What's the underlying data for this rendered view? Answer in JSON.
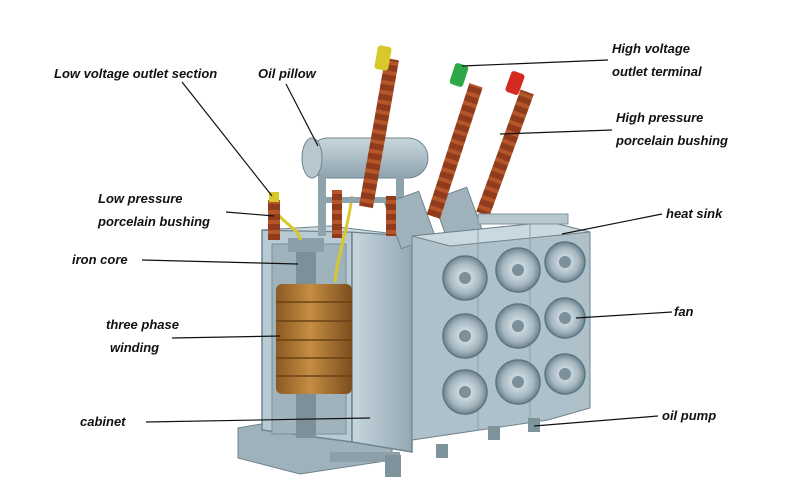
{
  "labels": {
    "low_voltage_outlet_section": "Low voltage outlet section",
    "oil_pillow": "Oil pillow",
    "high_voltage_outlet_terminal_line1": "High voltage",
    "high_voltage_outlet_terminal_line2": "outlet terminal",
    "high_pressure_porcelain_bushing_line1": "High pressure",
    "high_pressure_porcelain_bushing_line2": "porcelain bushing",
    "low_pressure_porcelain_bushing_line1": "Low pressure",
    "low_pressure_porcelain_bushing_line2": "porcelain bushing",
    "heat_sink": "heat sink",
    "iron_core": "iron core",
    "fan": "fan",
    "three_phase_winding_line1": "three phase",
    "three_phase_winding_line2": "winding",
    "cabinet": "cabinet",
    "oil_pump": "oil pump"
  },
  "colors": {
    "tank": "#a9bcc6",
    "tank_dark": "#7f959f",
    "winding": "#b07a34",
    "bushing": "#8a3a1c",
    "terminal_green": "#2fa84a",
    "terminal_red": "#d42a22",
    "terminal_yellow": "#d8c82a"
  }
}
